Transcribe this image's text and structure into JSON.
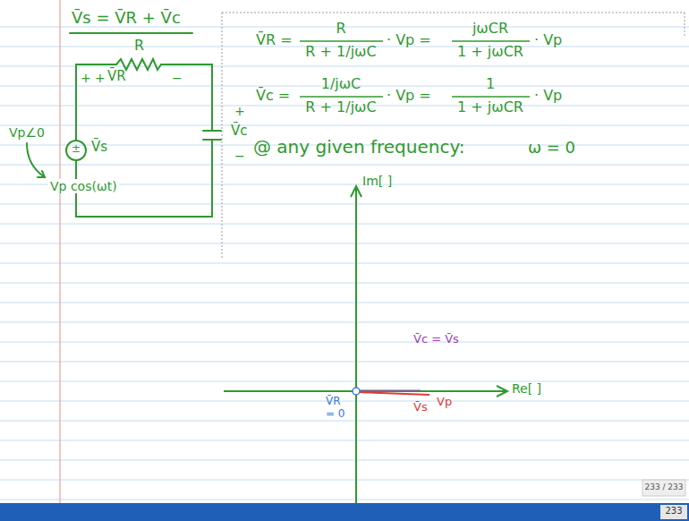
{
  "diagram": {
    "labels": [
      "V̄s = V̄R + V̄c",
      "R",
      "+",
      "+",
      "V̄R",
      "−",
      "±",
      "V̄s",
      "−",
      "+",
      "V̄c",
      "−",
      "Vp∠0",
      "Vp cos(ωt)",
      "V̄R =",
      "R",
      "R + 1/jωC",
      "· Vp =",
      "jωCR",
      "1 + jωCR",
      "· Vp",
      "V̄c =",
      "1/jωC",
      "R + 1/jωC",
      "· Vp =",
      "1",
      "1 + jωCR",
      "· Vp",
      "@ any given frequency:",
      "ω = 0",
      "Im[ ]",
      "Re[ ]",
      "V̄c = V̄s",
      "V̄R = 0",
      "Vp",
      "V̄s",
      "233 / 233",
      "233"
    ]
  }
}
